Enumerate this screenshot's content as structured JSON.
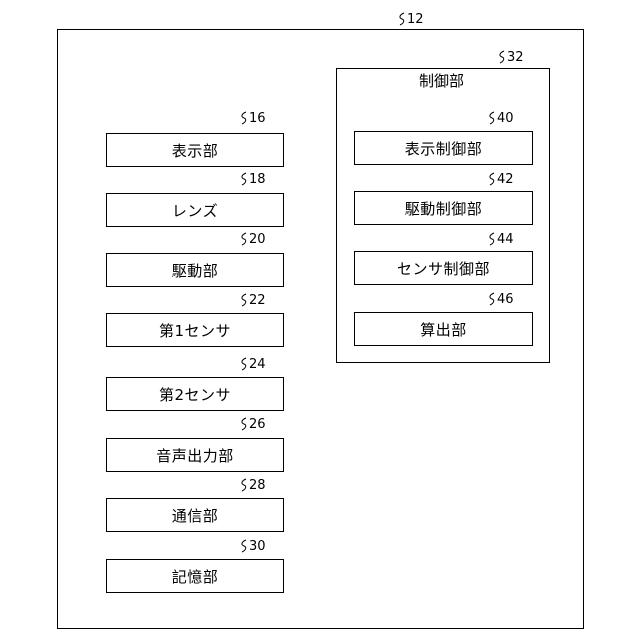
{
  "device": {
    "ref": "12"
  },
  "left_blocks": [
    {
      "label": "表示部",
      "ref": "16"
    },
    {
      "label": "レンズ",
      "ref": "18"
    },
    {
      "label": "駆動部",
      "ref": "20"
    },
    {
      "label": "第1センサ",
      "ref": "22"
    },
    {
      "label": "第2センサ",
      "ref": "24"
    },
    {
      "label": "音声出力部",
      "ref": "26"
    },
    {
      "label": "通信部",
      "ref": "28"
    },
    {
      "label": "記憶部",
      "ref": "30"
    }
  ],
  "control_unit": {
    "label": "制御部",
    "ref": "32",
    "blocks": [
      {
        "label": "表示制御部",
        "ref": "40"
      },
      {
        "label": "駆動制御部",
        "ref": "42"
      },
      {
        "label": "センサ制御部",
        "ref": "44"
      },
      {
        "label": "算出部",
        "ref": "46"
      }
    ]
  }
}
